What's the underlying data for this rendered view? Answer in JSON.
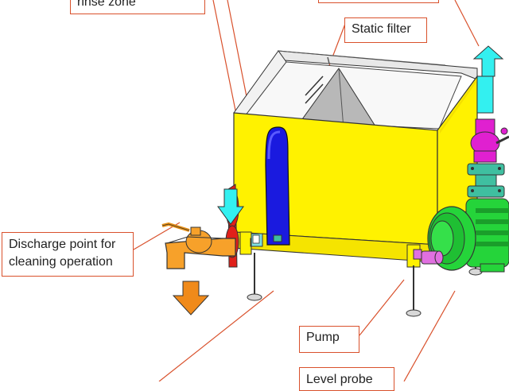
{
  "labels": {
    "rinse_zone": "rinse zone",
    "static_filter": "Static filter",
    "discharge": "Discharge point for cleaning operation",
    "pump": "Pump",
    "level_probe": "Level probe"
  },
  "colors": {
    "callout_line": "#d9512c",
    "tank_yellow": "#fff200",
    "down_pipe": "#1a1adf",
    "arrow_cyan": "#33f0f0",
    "arrow_orange": "#f08a1a",
    "valve_orange": "#f7a12a",
    "pump_green": "#25d43a",
    "valve_magenta": "#e020d0",
    "flange_teal": "#3fbfa0",
    "red_part": "#e0201a",
    "probe_pink": "#e070e0"
  }
}
